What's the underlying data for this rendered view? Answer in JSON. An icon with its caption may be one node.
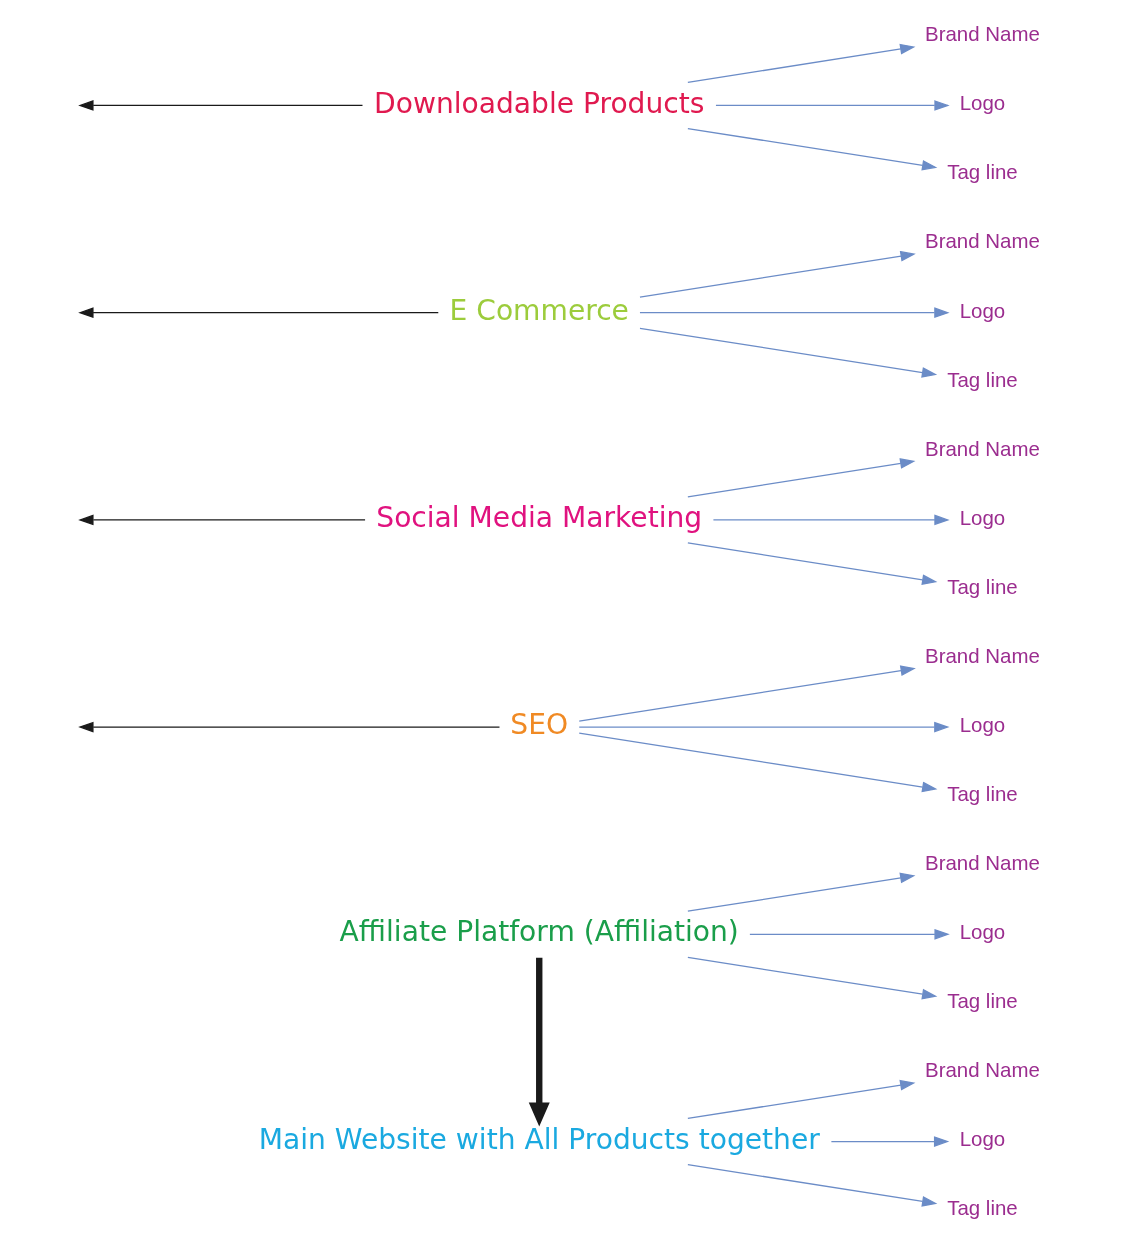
{
  "diagram": {
    "nodes": [
      {
        "text": [
          "Affiliate Platform (Affiliation)"
        ]
      },
      {
        "text": [
          "Brand Name"
        ]
      },
      {
        "text": [
          "Logo"
        ]
      },
      {
        "text": [
          "Tag line"
        ]
      },
      {
        "text": [
          "SEO"
        ]
      },
      {
        "text": [
          "Brand Name"
        ]
      },
      {
        "text": [
          "Logo"
        ]
      },
      {
        "text": [
          "Tag line"
        ]
      },
      {
        "text": [
          "Social Media Marketing"
        ]
      },
      {
        "text": [
          "Brand Name"
        ]
      },
      {
        "text": [
          "Logo"
        ]
      },
      {
        "text": [
          "Tag line"
        ]
      },
      {
        "text": [
          "E Commerce"
        ]
      },
      {
        "text": [
          "Brand Name"
        ]
      },
      {
        "text": [
          "Logo"
        ]
      },
      {
        "text": [
          "Tag line"
        ]
      },
      {
        "text": [
          "Downloadable Products"
        ]
      },
      {
        "text": [
          "Brand Name"
        ]
      },
      {
        "text": [
          "Logo"
        ]
      },
      {
        "text": [
          "Tag line"
        ]
      },
      {
        "text": [
          "Main Website with All Products together"
        ]
      },
      {
        "text": [
          "Brand Name"
        ]
      },
      {
        "text": [
          "Logo"
        ]
      },
      {
        "text": [
          "Tag line"
        ]
      }
    ],
    "edges": [
      {
        "from": 0,
        "to": 1,
        "arrow": "to"
      },
      {
        "from": 0,
        "to": 2,
        "arrow": "to"
      },
      {
        "from": 0,
        "to": 3,
        "arrow": "to"
      },
      {
        "from": 4,
        "to": 5,
        "arrow": "to"
      },
      {
        "from": 4,
        "to": 6,
        "arrow": "to"
      },
      {
        "from": 4,
        "to": 7,
        "arrow": "to"
      },
      {
        "from": 8,
        "to": 9,
        "arrow": "to"
      },
      {
        "from": 8,
        "to": 10,
        "arrow": "to"
      },
      {
        "from": 8,
        "to": 11,
        "arrow": "to"
      },
      {
        "from": 12,
        "to": 13,
        "arrow": "to"
      },
      {
        "from": 12,
        "to": 14,
        "arrow": "to"
      },
      {
        "from": 12,
        "to": 15,
        "arrow": "to"
      },
      {
        "from": 16,
        "to": 17,
        "arrow": "to"
      },
      {
        "from": 16,
        "to": 18,
        "arrow": "to"
      },
      {
        "from": 16,
        "to": 19,
        "arrow": "to"
      },
      {
        "from": 20,
        "to": 21,
        "arrow": "to"
      },
      {
        "from": 20,
        "to": 22,
        "arrow": "to"
      },
      {
        "from": 20,
        "to": 23,
        "arrow": "to"
      },
      {
        "from": 0,
        "to": 20,
        "arrow": "to",
        "style": "thick",
        "color": "#1a1a1a"
      },
      {
        "from": 4,
        "to": null,
        "arrow": "to",
        "color": "#1a1a1a"
      },
      {
        "from": 8,
        "to": null,
        "arrow": "to",
        "color": "#1a1a1a"
      },
      {
        "from": 12,
        "to": null,
        "arrow": "to",
        "color": "#1a1a1a"
      },
      {
        "from": 16,
        "to": null,
        "arrow": "to",
        "color": "#1a1a1a"
      }
    ]
  }
}
